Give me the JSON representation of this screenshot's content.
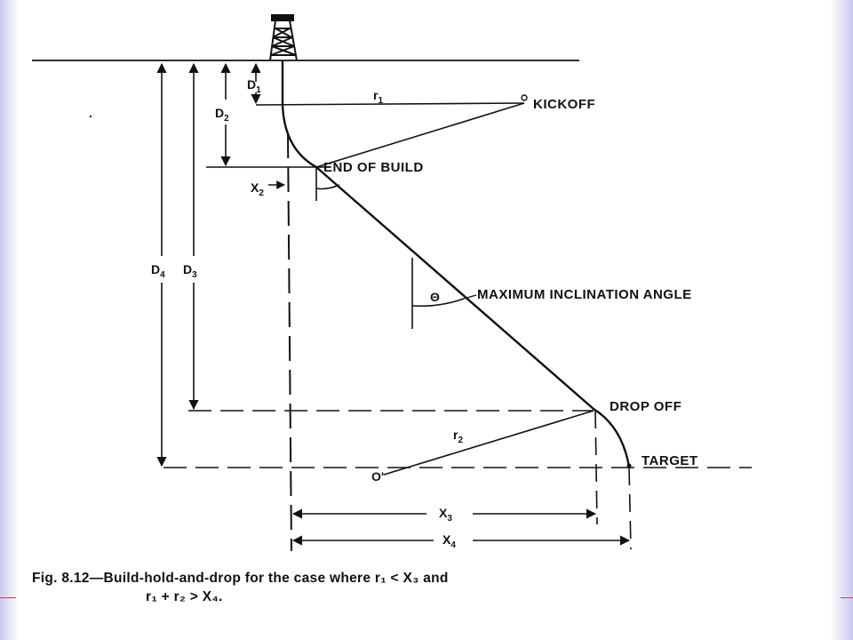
{
  "figure": {
    "labels": {
      "kickoff": "KICKOFF",
      "end_of_build": "END OF BUILD",
      "max_inclination": "MAXIMUM INCLINATION ANGLE",
      "drop_off": "DROP OFF",
      "target": "TARGET",
      "theta": "Θ",
      "origin_1": "O",
      "origin_2": "O'",
      "r1": "r",
      "r1_sub": "1",
      "r2": "r",
      "r2_sub": "2",
      "d1": "D",
      "d1_sub": "1",
      "d2": "D",
      "d2_sub": "2",
      "d3": "D",
      "d3_sub": "3",
      "d4": "D",
      "d4_sub": "4",
      "x2": "X",
      "x2_sub": "2",
      "x3": "X",
      "x3_sub": "3",
      "x4": "X",
      "x4_sub": "4"
    },
    "caption_line1": "Fig. 8.12—Build-hold-and-drop for the case where r₁ < X₃ and",
    "caption_line2": "r₁ + r₂ > X₄."
  }
}
